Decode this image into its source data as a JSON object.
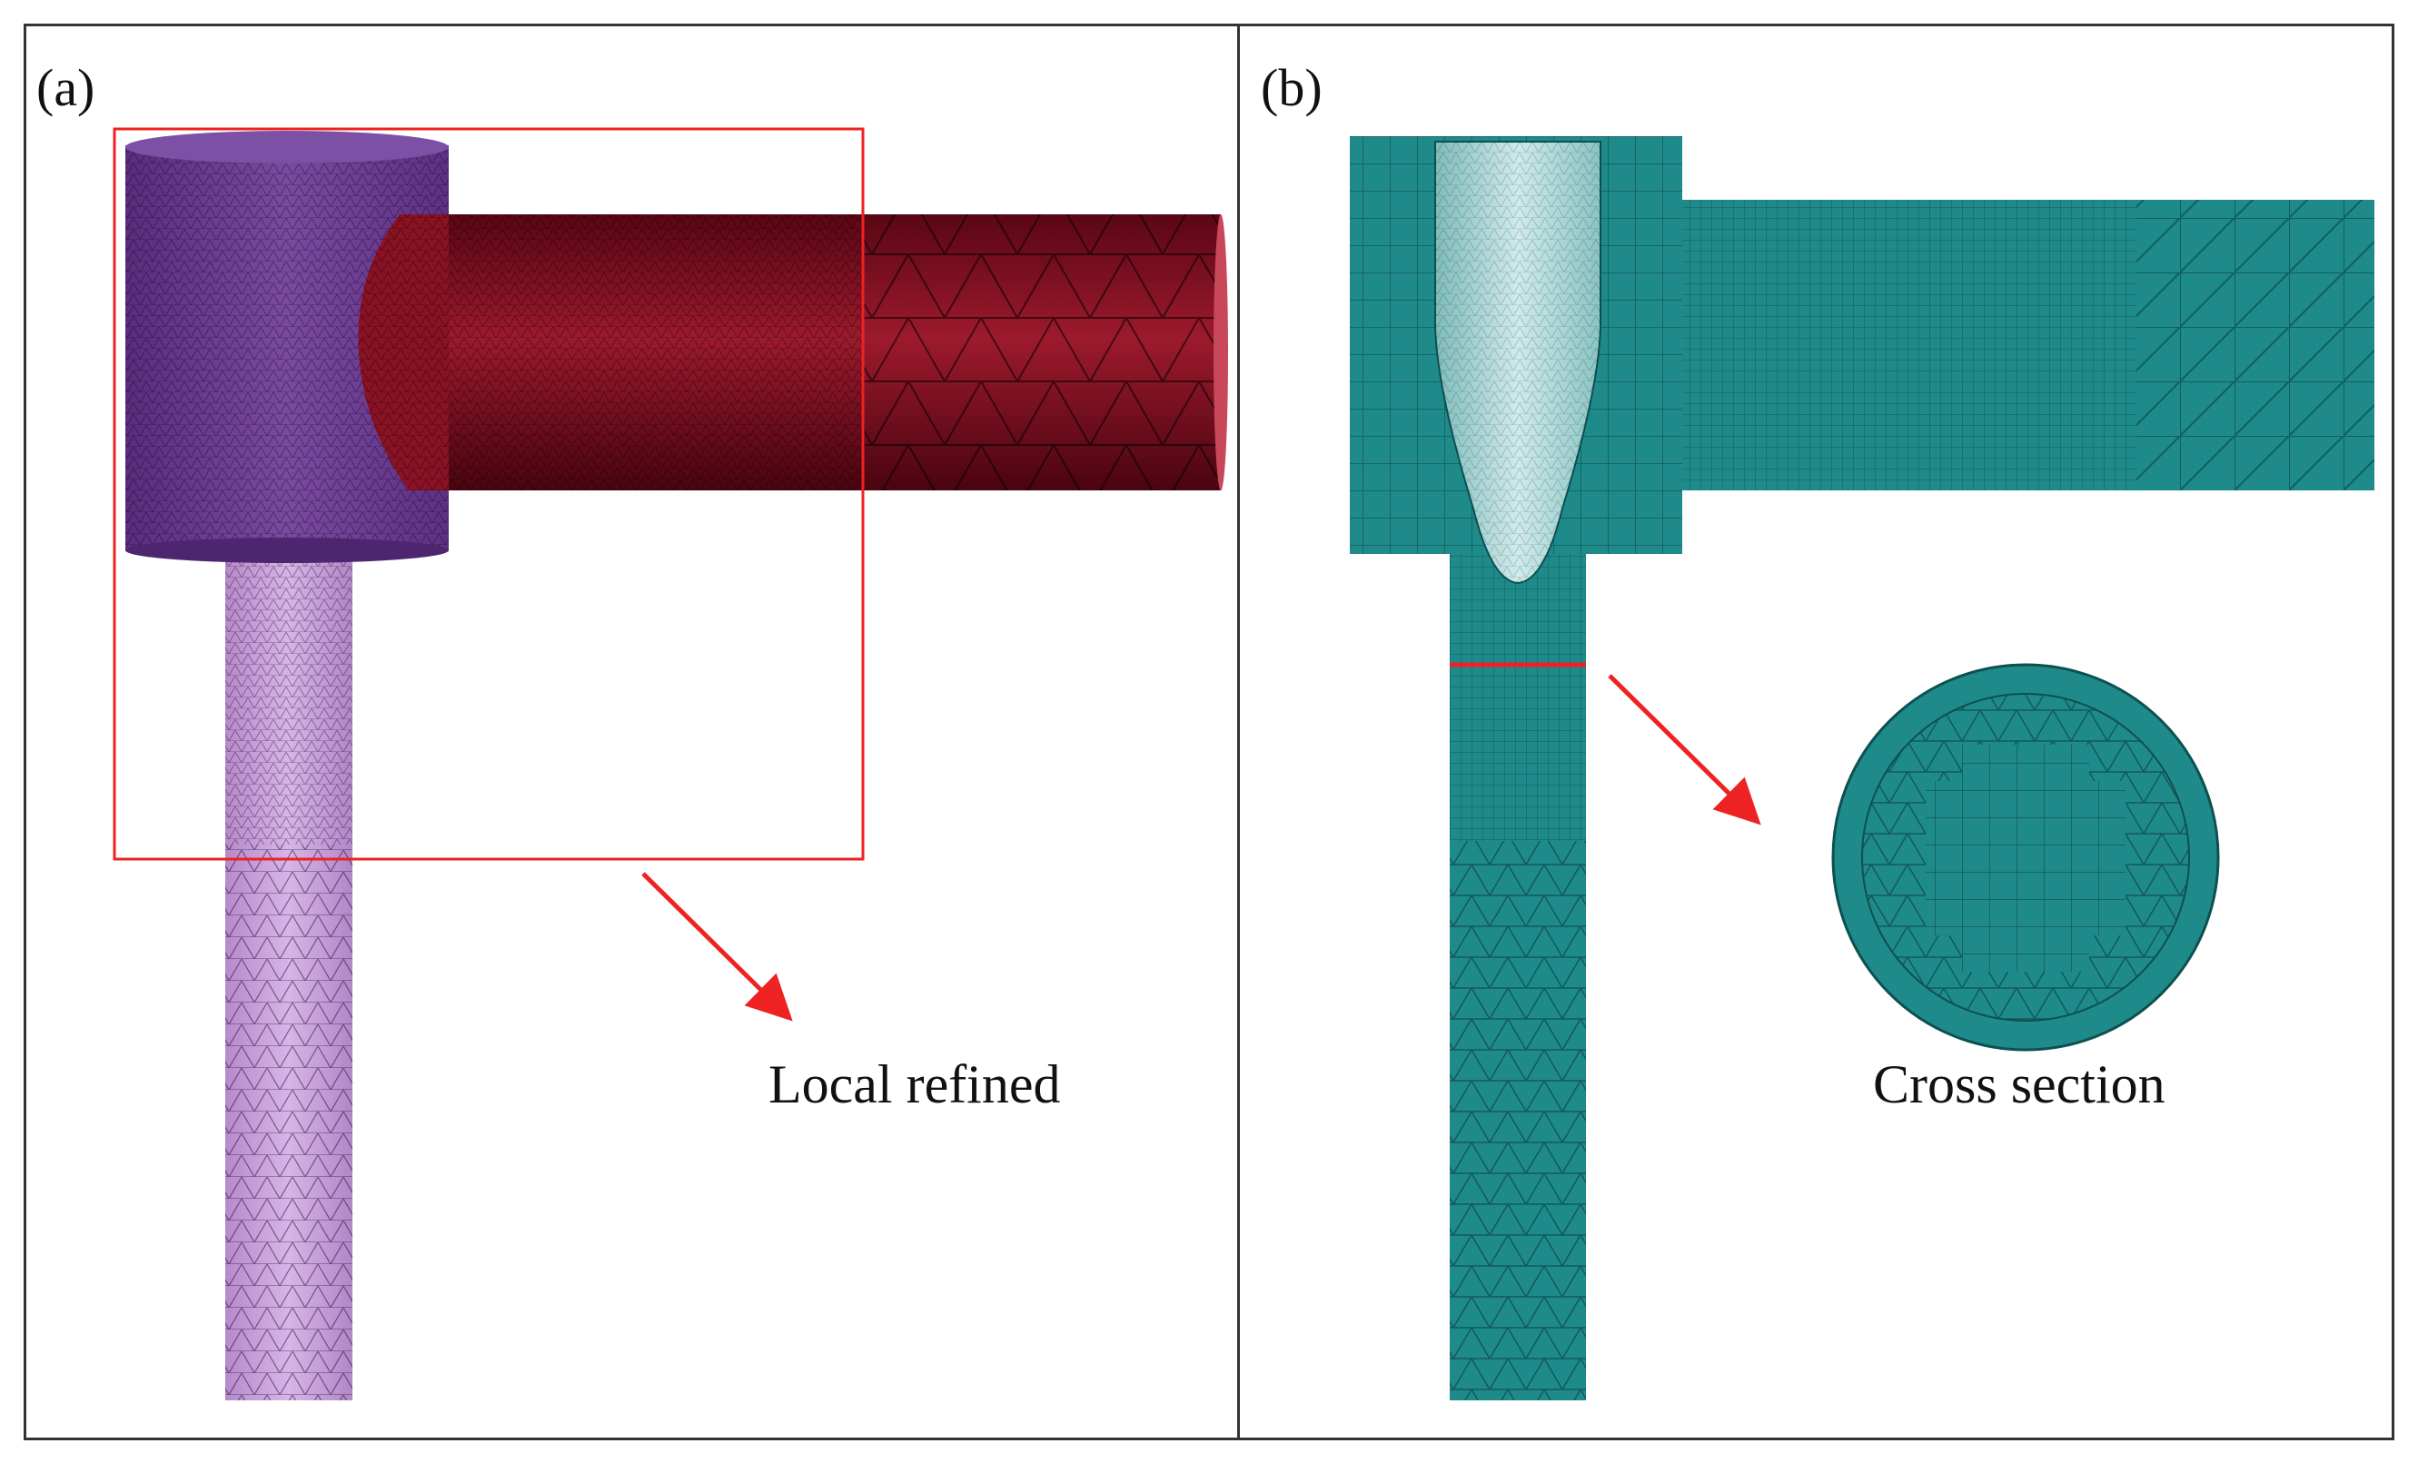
{
  "panels": [
    {
      "label": "(a)",
      "caption": "Local refined"
    },
    {
      "label": "(b)",
      "caption": "Cross section"
    }
  ],
  "colors": {
    "purple_cylinder": "#6a3a8f",
    "pink_tube": "#c59ad8",
    "red_pipe": "#8a0e20",
    "teal_mesh": "#1f8a8a",
    "light_nozzle": "#a8d4d4",
    "highlight_red": "#ee2222"
  }
}
